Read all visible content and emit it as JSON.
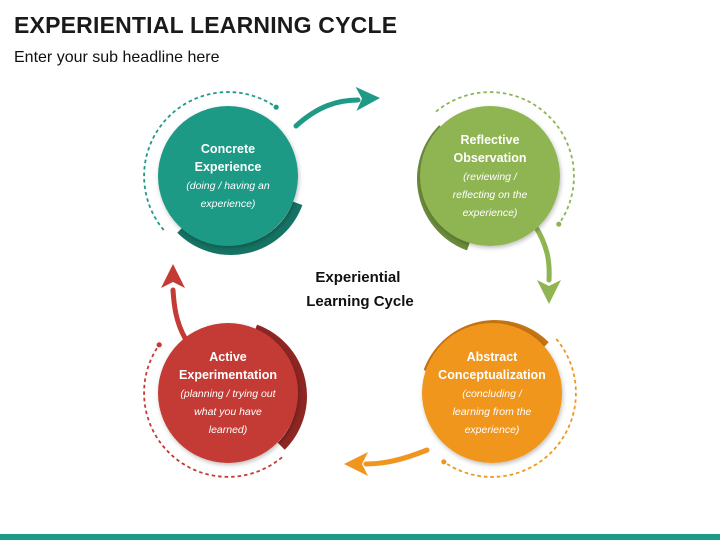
{
  "title": "EXPERIENTIAL LEARNING CYCLE",
  "subtitle": "Enter your sub headline here",
  "center_label": [
    "Experiential",
    "Learning Cycle"
  ],
  "stages": [
    {
      "id": "concrete-experience",
      "title": [
        "Concrete",
        "Experience"
      ],
      "desc": [
        "(doing / having an",
        "experience)"
      ],
      "color": "#1f9a86",
      "shade": "#157363"
    },
    {
      "id": "reflective-observation",
      "title": [
        "Reflective",
        "Observation"
      ],
      "desc": [
        "(reviewing /",
        "reflecting on the",
        "experience)"
      ],
      "color": "#8fb552",
      "shade": "#6b8a3c"
    },
    {
      "id": "abstract-conceptualization",
      "title": [
        "Abstract",
        "Conceptualization"
      ],
      "desc": [
        "(concluding /",
        "learning from the",
        "experience)"
      ],
      "color": "#f0961e",
      "shade": "#c57412"
    },
    {
      "id": "active-experimentation",
      "title": [
        "Active",
        "Experimentation"
      ],
      "desc": [
        "(planning / trying out",
        "what you have",
        "learned)"
      ],
      "color": "#c43a35",
      "shade": "#8e2623"
    }
  ],
  "colors": {
    "title_text": "#1a1a1a",
    "bottom_bar": "#1f9a86"
  }
}
